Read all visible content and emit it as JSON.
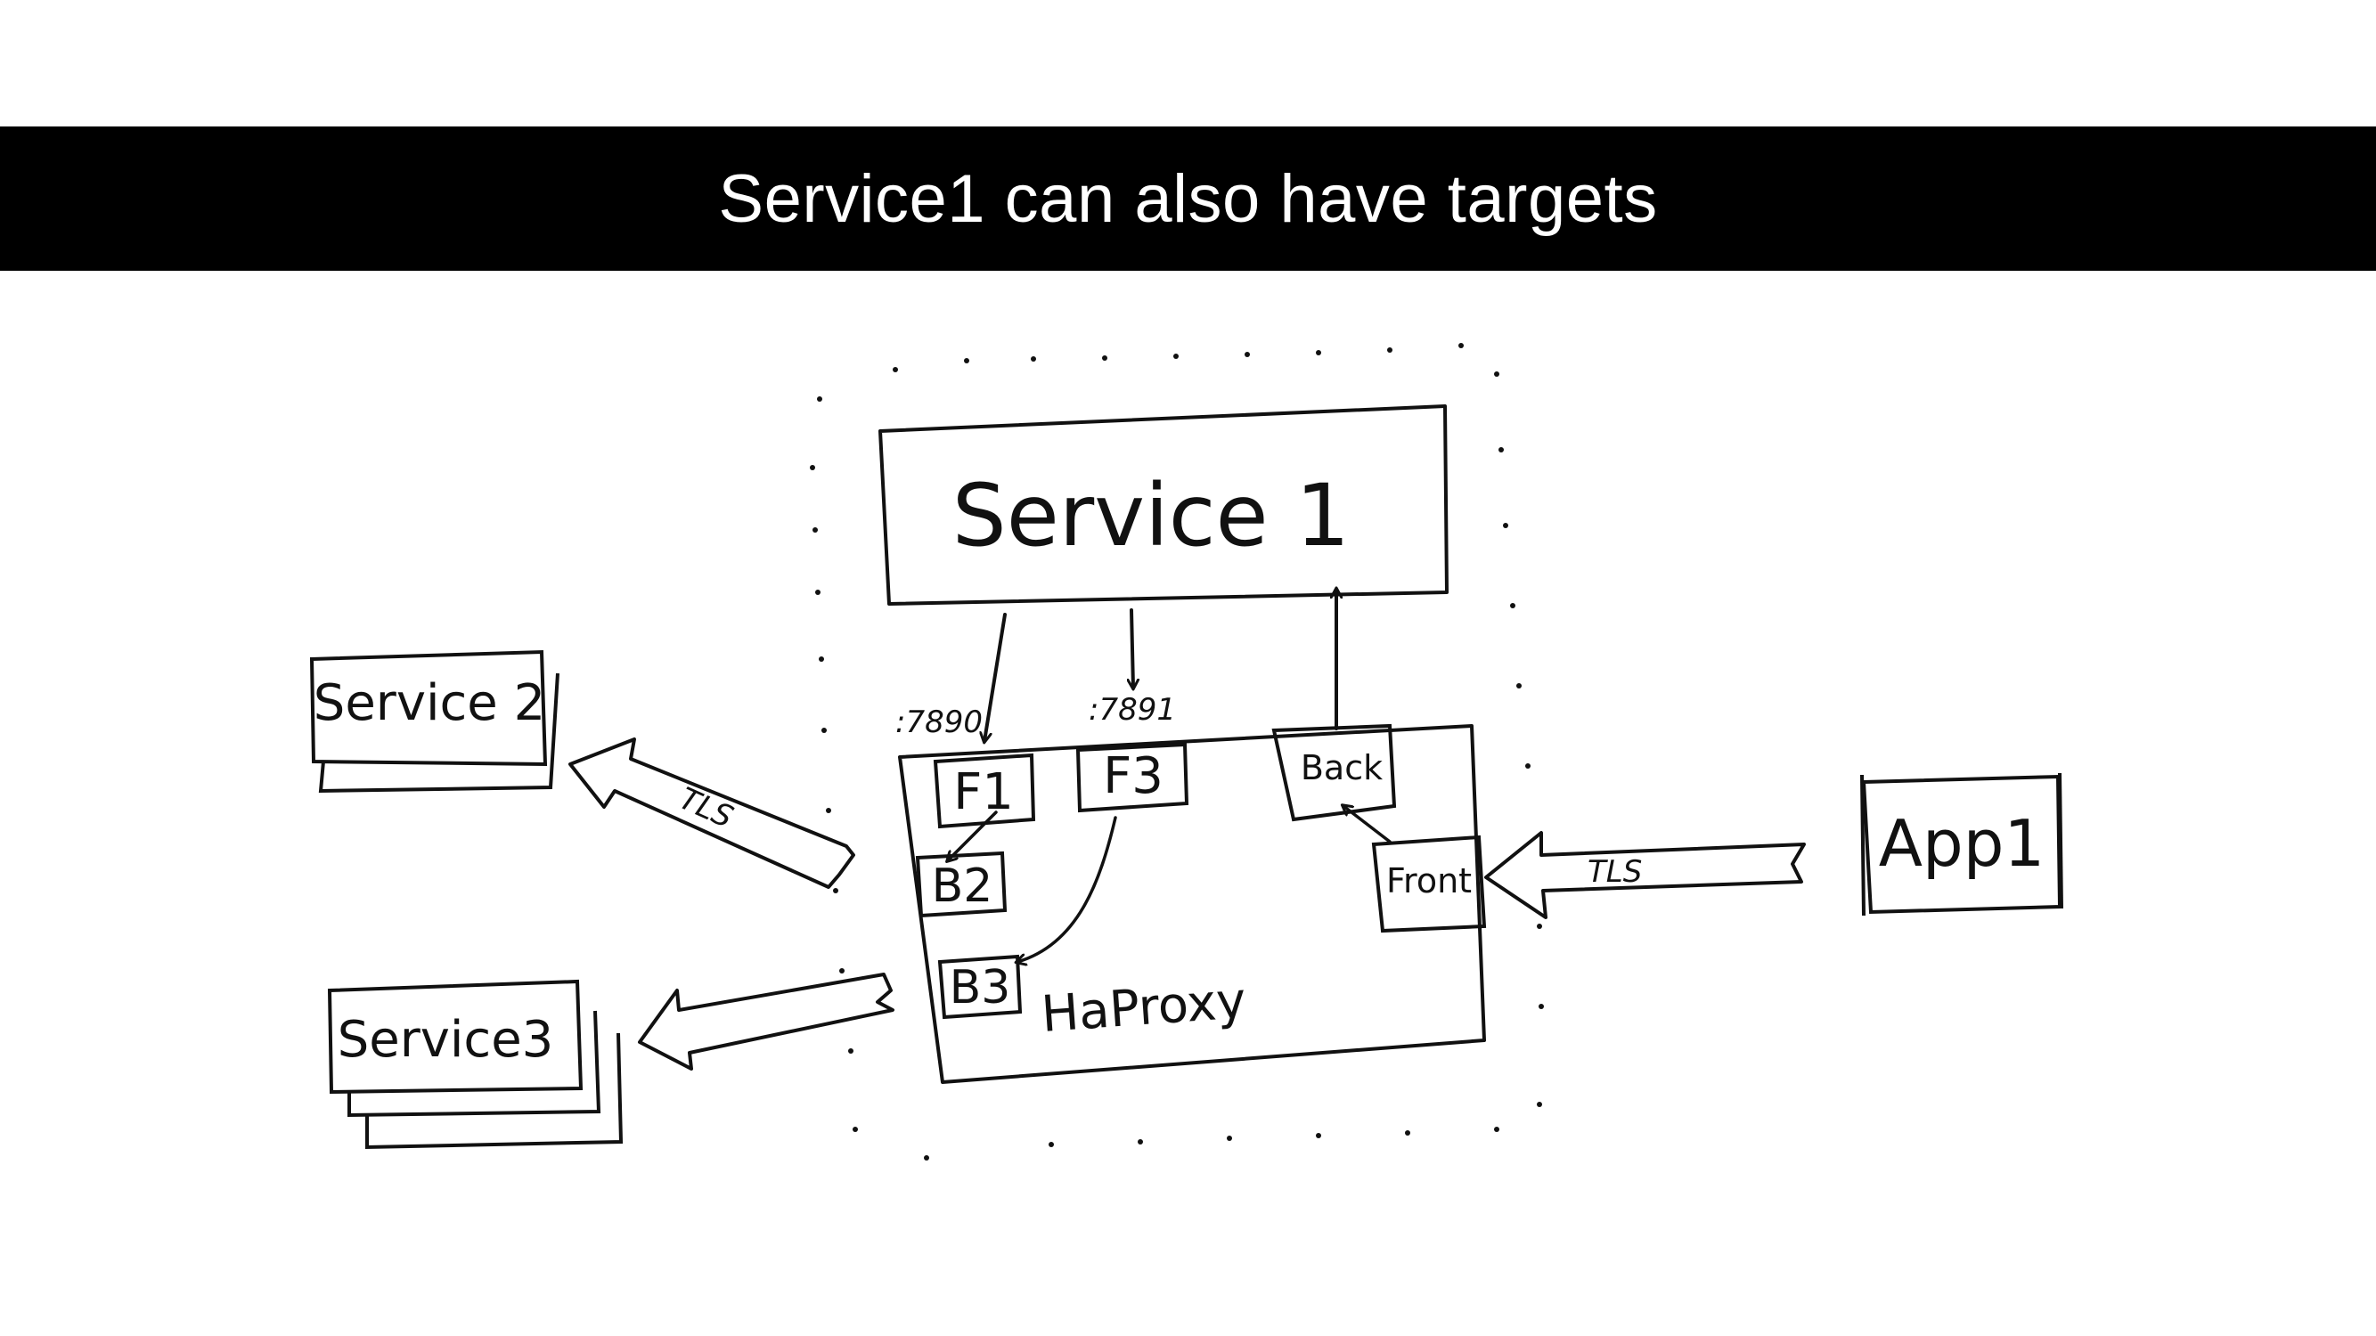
{
  "slide": {
    "title": "Service1 can also have targets"
  },
  "diagram": {
    "service1": "Service 1",
    "service2": "Service 2",
    "service3": "Service3",
    "app1": "App1",
    "haproxy": "HaProxy",
    "port_7890": ":7890",
    "port_7891": ":7891",
    "f1": "F1",
    "f3": "F3",
    "b2": "B2",
    "b3": "B3",
    "back": "Back",
    "front": "Front",
    "tls_left": "TLS",
    "tls_right": "TLS"
  },
  "colors": {
    "ink": "#111111",
    "title_bg": "#000000",
    "title_fg": "#ffffff",
    "background": "#ffffff"
  }
}
